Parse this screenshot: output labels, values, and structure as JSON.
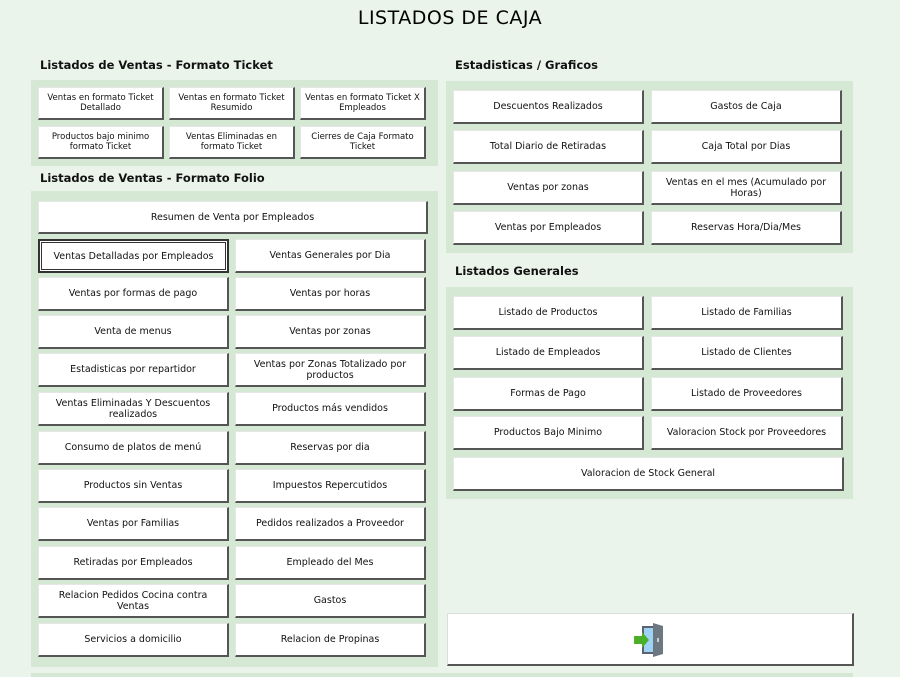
{
  "title": "LISTADOS DE CAJA",
  "ticket": {
    "header": "Listados de Ventas - Formato Ticket",
    "buttons": [
      "Ventas en formato Ticket Detallado",
      "Ventas en formato Ticket Resumido",
      "Ventas en formato Ticket X Empleados",
      "Productos bajo minimo formato Ticket",
      "Ventas Eliminadas en formato Ticket",
      "Cierres de Caja Formato Ticket"
    ]
  },
  "folio": {
    "header": "Listados de Ventas - Formato Folio",
    "full_button": "Resumen de Venta por Empleados",
    "buttons": [
      "Ventas Detalladas por Empleados",
      "Ventas Generales por Dia",
      "Ventas por formas de pago",
      "Ventas por horas",
      "Venta de menus",
      "Ventas por zonas",
      "Estadisticas por repartidor",
      "Ventas por Zonas Totalizado por productos",
      "Ventas Eliminadas Y Descuentos realizados",
      "Productos más vendidos",
      "Consumo de platos de menú",
      "Reservas por dia",
      "Productos sin Ventas",
      "Impuestos Repercutidos",
      "Ventas por Familias",
      "Pedidos realizados a Proveedor",
      "Retiradas por Empleados",
      "Empleado del Mes",
      "Relacion Pedidos Cocina contra Ventas",
      "Gastos",
      "Servicios a domicilio",
      "Relacion de Propinas"
    ]
  },
  "stats": {
    "header": "Estadisticas / Graficos",
    "buttons": [
      "Descuentos Realizados",
      "Gastos de Caja",
      "Total Diario de Retiradas",
      "Caja Total por Dias",
      "Ventas por zonas",
      "Ventas en el mes (Acumulado por Horas)",
      "Ventas por Empleados",
      "Reservas Hora/Dia/Mes"
    ]
  },
  "general": {
    "header": "Listados Generales",
    "buttons": [
      "Listado de Productos",
      "Listado de Familias",
      "Listado de Empleados",
      "Listado de Clientes",
      "Formas de Pago",
      "Listado de Proveedores",
      "Productos Bajo Minimo",
      "Valoracion Stock por Proveedores"
    ],
    "full_button": "Valoracion de Stock General"
  },
  "exit": {
    "icon": "exit-door-icon"
  },
  "colors": {
    "background": "#ebf4eb",
    "panel": "#d5e8d4",
    "arrow": "#4caf2a"
  }
}
